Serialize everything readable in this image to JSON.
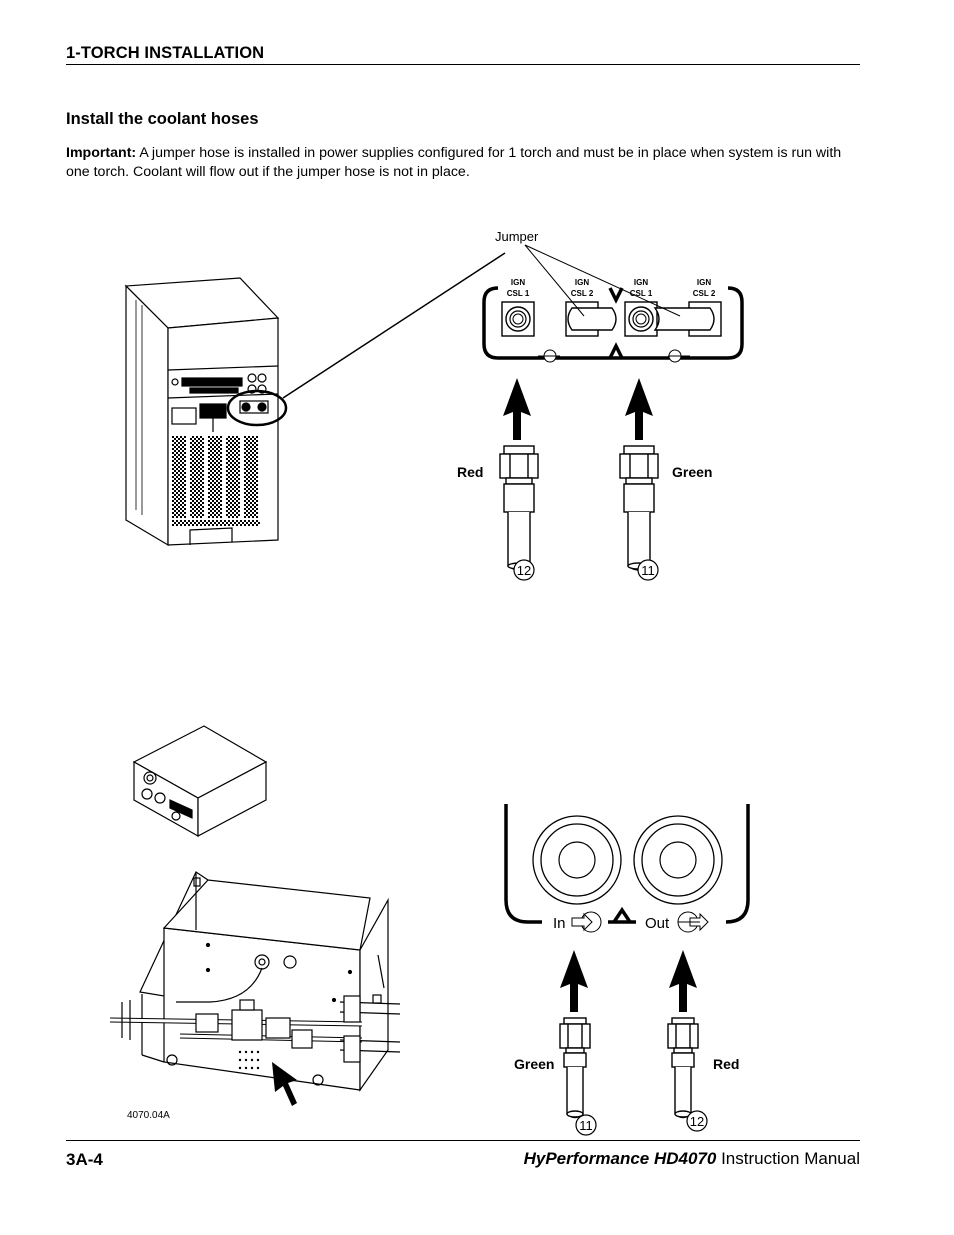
{
  "header": {
    "section": "1-TORCH INSTALLATION"
  },
  "main": {
    "heading": "Install the coolant hoses",
    "important_label": "Important:",
    "important_text": " A jumper hose is installed in power supplies configured for 1 torch and must be in place when system is run with one torch. Coolant will flow out if the jumper hose is not in place."
  },
  "figure_top": {
    "jumper_label": "Jumper",
    "port_labels": [
      {
        "line1": "IGN",
        "line2": "CSL 1"
      },
      {
        "line1": "IGN",
        "line2": "CSL 2"
      },
      {
        "line1": "IGN",
        "line2": "CSL 1"
      },
      {
        "line1": "IGN",
        "line2": "CSL 2"
      }
    ],
    "hose_left_label": "Red",
    "hose_right_label": "Green",
    "hose_left_number": "12",
    "hose_right_number": "11"
  },
  "figure_bottom": {
    "in_label": "In",
    "out_label": "Out",
    "hose_left_label": "Green",
    "hose_right_label": "Red",
    "hose_left_number": "11",
    "hose_right_number": "12",
    "figure_id": "4070.04A"
  },
  "footer": {
    "page_number": "3A-4",
    "product_name": "HyPerformance HD4070",
    "manual_suffix": " Instruction Manual"
  }
}
